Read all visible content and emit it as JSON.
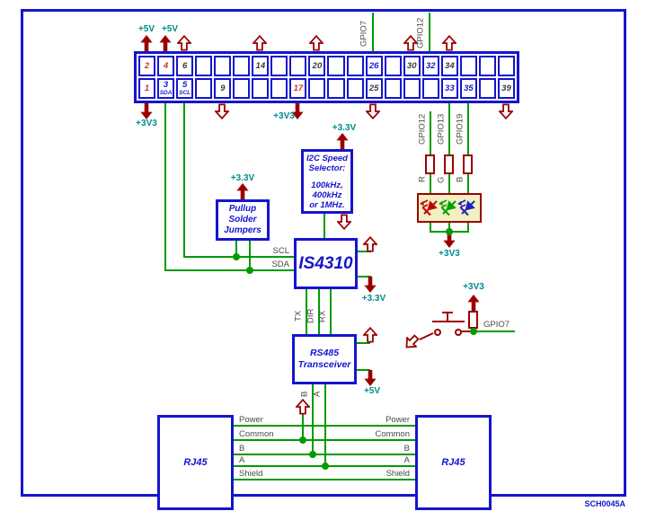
{
  "doc_id": "SCH0045A",
  "colors": {
    "schematic_blue": "#1515CE",
    "wire_green": "#009B00",
    "symbol_dark_red": "#9B0000",
    "power_label_teal": "#008B8B",
    "led_panel_yellow": "#F2EFC2",
    "pin_red": "#CC3333",
    "pin_blue": "#1A1AD0"
  },
  "power": {
    "p5v": "+5V",
    "p3v3": "+3V3",
    "p3v3_dot": "+3.3V"
  },
  "header": {
    "top_pins": [
      {
        "n": "2",
        "c": "red"
      },
      {
        "n": "4",
        "c": "red"
      },
      {
        "n": "6",
        "c": "dark"
      },
      {},
      {},
      {},
      {
        "n": "14",
        "c": "dark"
      },
      {},
      {},
      {
        "n": "20",
        "c": "dark"
      },
      {},
      {},
      {
        "n": "26",
        "c": "blue"
      },
      {},
      {
        "n": "30",
        "c": "dark"
      },
      {
        "n": "32",
        "c": "blue"
      },
      {
        "n": "34",
        "c": "dark"
      },
      {},
      {},
      {}
    ],
    "bottom_pins": [
      {
        "n": "1",
        "c": "red"
      },
      {
        "n": "3",
        "sub": "SDA",
        "c": "blue"
      },
      {
        "n": "5",
        "sub": "SCL",
        "c": "blue"
      },
      {},
      {
        "n": "9",
        "c": "dark"
      },
      {},
      {},
      {},
      {
        "n": "17",
        "c": "red"
      },
      {},
      {},
      {},
      {
        "n": "25",
        "c": "dark"
      },
      {},
      {},
      {},
      {
        "n": "33",
        "c": "blue"
      },
      {
        "n": "35",
        "c": "blue"
      },
      {},
      {
        "n": "39",
        "c": "dark"
      }
    ]
  },
  "gpio": {
    "gpio7": "GPIO7",
    "gpio12": "GPIO12",
    "gpio13": "GPIO13",
    "gpio19": "GPIO19"
  },
  "led": {
    "r": "R",
    "g": "G",
    "b": "B"
  },
  "signals": {
    "scl": "SCL",
    "sda": "SDA",
    "tx": "TX",
    "dir": "DIR",
    "rx": "RX",
    "b": "B",
    "a": "A"
  },
  "bus": {
    "power": "Power",
    "common": "Common",
    "b": "B",
    "a": "A",
    "shield": "Shield"
  },
  "boxes": {
    "pullup": {
      "line1": "Pullup",
      "line2": "Solder",
      "line3": "Jumpers"
    },
    "i2c": {
      "line1": "I2C Speed",
      "line2": "Selector:",
      "line3": "100kHz,",
      "line4": "400kHz",
      "line5": "or 1MHz."
    },
    "is4310": "IS4310",
    "rs485": {
      "line1": "RS485",
      "line2": "Transceiver"
    },
    "rj45": "RJ45"
  }
}
